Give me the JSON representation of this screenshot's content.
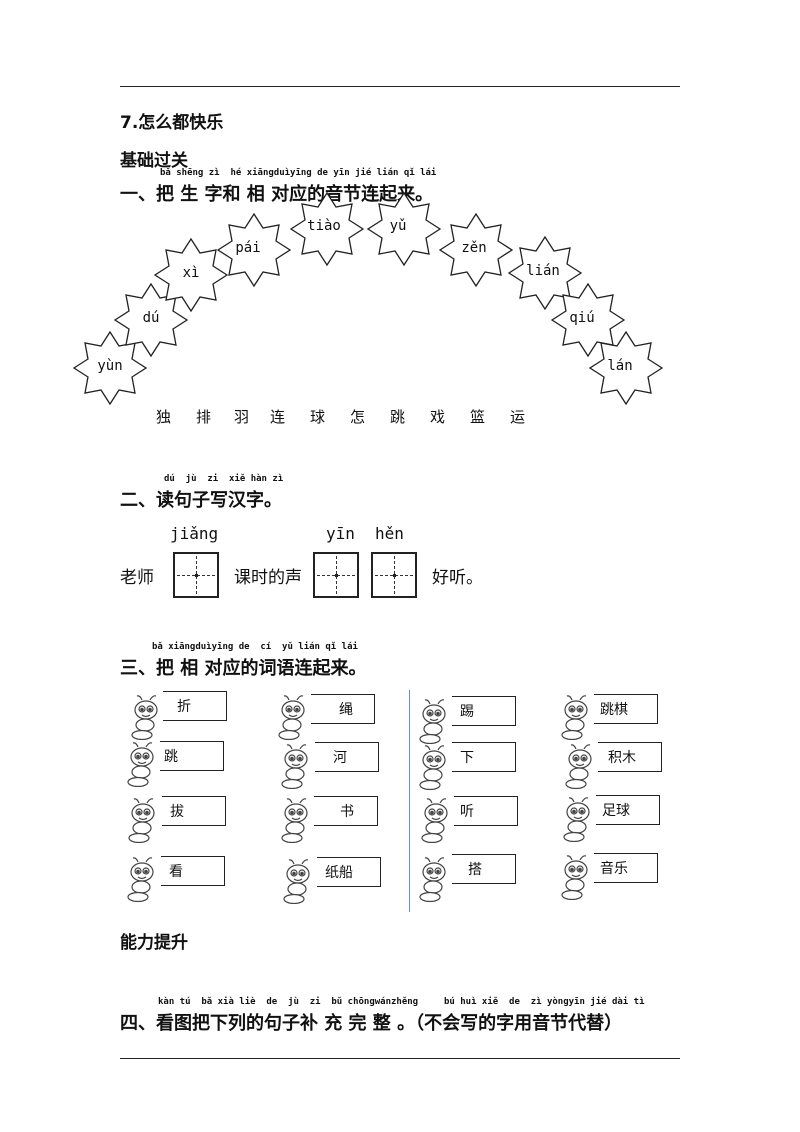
{
  "lesson_title": "7.怎么都快乐",
  "section_basic": "基础过关",
  "q1": {
    "pinyin": "bǎ shēng zì  hé xiāngduìyīng de yīn jié lián qǐ lái",
    "title": "一、把 生 字和 相 对应的音节连起来。",
    "syllables": [
      "yùn",
      "dú",
      "xì",
      "pái",
      "tiào",
      "yǔ",
      "zěn",
      "lián",
      "qiú",
      "lán"
    ],
    "characters": [
      "独",
      "排",
      "羽",
      "连",
      "球",
      "怎",
      "跳",
      "戏",
      "篮",
      "运"
    ]
  },
  "q2": {
    "pinyin": "dú  jù  zi  xiě hàn zì",
    "title": "二、读句子写汉字。",
    "pinyin_jiang": "jiǎng",
    "pinyin_yin": "yīn",
    "pinyin_hen": "hěn",
    "text_1": "老师",
    "text_2": "课时的声",
    "text_3": "好听。"
  },
  "q3": {
    "pinyin": "bǎ xiāngduìyīng de  cí  yǔ lián qǐ lái",
    "title": "三、把 相 对应的词语连起来。",
    "col1": [
      "折",
      "跳",
      "拔",
      "看"
    ],
    "col2": [
      "绳",
      "河",
      "书",
      "纸船"
    ],
    "col3": [
      "踢",
      "下",
      "听",
      "搭"
    ],
    "col4": [
      "跳棋",
      "积木",
      "足球",
      "音乐"
    ]
  },
  "section_advanced": "能力提升",
  "q4": {
    "pinyin_a": "kàn tú  bǎ xià liè  de  jù  zi  bǔ chōngwánzhěng",
    "pinyin_b": "bú huì xiě  de  zì yòngyīn jié dài tì",
    "title": "四、看图把下列的句子补 充 完 整 。（不会写的字用音节代替）"
  }
}
